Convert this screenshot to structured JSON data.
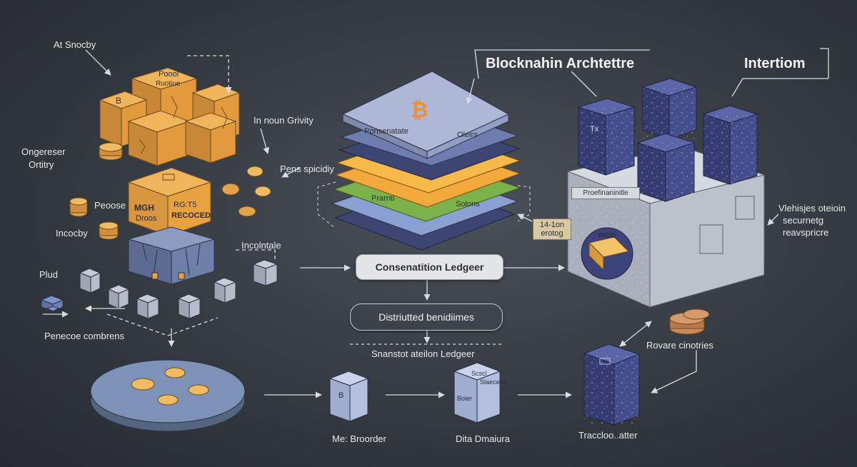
{
  "titles": {
    "architecture": "Blocknahin Archtettre",
    "interop": "Intertiom"
  },
  "labels": {
    "at_snocby": "At Snocby",
    "ongereser_line1": "Ongereser",
    "ongereser_line2": "Ortitry",
    "peoose": "Peoose",
    "incocby": "Incocby",
    "plud": "Plud",
    "penecoe_combrens": "Penecoe combrens",
    "in_noun_grivity": "In noun Grivity",
    "pens_spicidiy": "Pens spicidiy",
    "incolntale": "Incolntale",
    "snanstot_ledger": "Snanstot ateilon Ledgeer",
    "me_broorder": "Me: Broorder",
    "dita_dmaiura": "Dita Dmaiura",
    "traccloo_atter": "Traccloo..atter",
    "vlehisjes_line1": "Vlehisjes oteioin",
    "vlehisjes_line2": "securnetg",
    "vlehisjes_line3": "reavspricre",
    "rovare_cinotries": "Rovare cinotries",
    "hr_line1": "14-1on",
    "hr_line2": "erotog"
  },
  "boxes": {
    "consensus_ledger": "Consenatition Ledgeer",
    "distributed": "Distriutted benidiimes"
  },
  "cube_texts": {
    "gold_top_1": "Poool",
    "gold_top_2": "Ruotiue",
    "gold_b": "B",
    "gold_mid_1": "MGH",
    "gold_mid_2": "Droos",
    "gold_mid_3": "RG:T5",
    "gold_mid_4": "RECOCED",
    "bitcoin": "₿",
    "layer_pons": "Ponsenatate",
    "layer_olelrs": "Olelrs",
    "layer_prarnti": "Prarnti",
    "layer_solons": "Solons",
    "server_tag": "Proefinaninitle",
    "server_book": "PIOD",
    "cube_tx": "Tx",
    "cube_b": "B",
    "cube_sceal_1": "Scscl",
    "cube_sceal_2": "Slaecesd",
    "cube_sceal_3": "Boler"
  },
  "colors": {
    "background": "#353a41",
    "gold": "#e8a23f",
    "gold_dark": "#b5752a",
    "steel": "#6e7fa8",
    "navy": "#3c427a",
    "layer_blue": "#aab6d8",
    "layer_orange": "#f3a93b",
    "layer_green": "#7bb34a",
    "server_grey": "#b9bec8",
    "coin": "#e3a24a"
  },
  "icons": [
    "bitcoin-icon",
    "coin-stack-icon",
    "cube-icon",
    "server-block-icon",
    "book-icon"
  ]
}
